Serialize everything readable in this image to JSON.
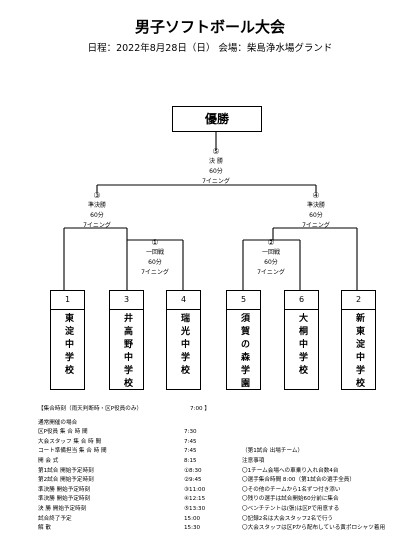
{
  "title": "男子ソフトボール大会",
  "subtitle": "日程：2022年8月28日（日）  会場：柴島浄水場グランド",
  "winner_label": "優勝",
  "matches": [
    {
      "num": "⑤",
      "round": "決  勝",
      "duration": "60分",
      "innings": "7イニング"
    },
    {
      "num": "③",
      "round": "準決勝",
      "duration": "60分",
      "innings": "7イニング"
    },
    {
      "num": "④",
      "round": "準決勝",
      "duration": "60分",
      "innings": "7イニング"
    },
    {
      "num": "①",
      "round": "一回戦",
      "duration": "60分",
      "innings": "7イニング"
    },
    {
      "num": "②",
      "round": "一回戦",
      "duration": "60分",
      "innings": "7イニング"
    }
  ],
  "teams": [
    {
      "seed": "1",
      "name": "東淀中学校"
    },
    {
      "seed": "3",
      "name": "井高野中学校"
    },
    {
      "seed": "4",
      "name": "瑞光中学校"
    },
    {
      "seed": "5",
      "name": "須賀の森学園"
    },
    {
      "seed": "6",
      "name": "大桐中学校"
    },
    {
      "seed": "2",
      "name": "新東淀中学校"
    }
  ],
  "info": {
    "gather": {
      "label": "【集合時刻（雨天判断時・区P役員のみ）",
      "time": "7:00  】"
    },
    "normal": "通常開催の場合",
    "rows": [
      {
        "a": "区P役員      集 合 時 間",
        "b": "7:30",
        "c": ""
      },
      {
        "a": "大会スタッフ    集 合 時 間",
        "b": "7:45",
        "c": ""
      },
      {
        "a": "コート準備担当 集 合 時 間",
        "b": "7:45",
        "c": "（第1試合 出場チーム）"
      },
      {
        "a": "開 会 式",
        "b": "8:15",
        "c": "            注意事項"
      },
      {
        "a": "第1試合       開始予定時刻",
        "b": "①8:30",
        "c": "〇1チーム会場への車乗り入れ台数4台"
      },
      {
        "a": "第2試合       開始予定時刻",
        "b": "②9:45",
        "c": "〇選手集合時間 8:00（第1試合の選手全員）"
      },
      {
        "a": "準決勝        開始予定時刻",
        "b": "③11:00",
        "c": "〇その他のチームから1名ずつ付き添い"
      },
      {
        "a": "準決勝        開始予定時刻",
        "b": "④12:15",
        "c": "〇残りの選手は試合開始60分前に集合"
      },
      {
        "a": "決  勝        開始予定時刻",
        "b": "⑤13:30",
        "c": "〇ベンチテントは(張)は区Pで用意する"
      },
      {
        "a": "試合終了予定",
        "b": "15:00",
        "c": "〇記録2名は大会スタッフ2名で行う"
      },
      {
        "a": "解  散",
        "b": "15:30",
        "c": "〇大会スタッフは区Pから配布している黄ポロシャツ着用"
      }
    ]
  }
}
